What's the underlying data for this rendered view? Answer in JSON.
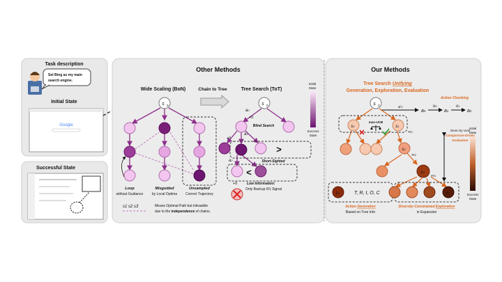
{
  "left": {
    "task_title": "Task description",
    "task_text_1": "Set Bing as my main",
    "task_text_2": "search engine.",
    "initial_state": "Initial State",
    "successful_state": "Successful State",
    "screen_logo": "Google"
  },
  "other": {
    "title": "Other Methods",
    "bon_title": "Wide Scaling (BoN)",
    "chain_to_tree": "Chain to Tree",
    "tot_title": "Tree Search (ToT)",
    "s0": "s",
    "loop": "Loop",
    "loop_sub": "without Guidance",
    "misguided": "Misguided",
    "misguided_sub": "by Local Optima",
    "unsampled": "Unsampled",
    "unsampled_sub": "Correct Trajectory",
    "seq_label": "s1  s2  s3",
    "note_1": "Means Optimal Path but infeasible",
    "note_2a": "due to the ",
    "note_2b": "independence",
    "note_2c": " of chains.",
    "blind_search": "Blind Search",
    "short_sighted": "Short-Sighted",
    "low_info": "Low Information:",
    "low_info_2": "Only Backup 0/1 Signal",
    "plus0_a": "+0",
    "plus0_b": "+0",
    "plus0_c": "+0",
    "gt": ">",
    "lt": "<",
    "a0": "a",
    "a1": "a",
    "a2": "a",
    "scale_top": "Initial",
    "scale_top2": "State",
    "scale_bottom": "Success",
    "scale_bottom2": "State"
  },
  "ours": {
    "title": "Our Methods",
    "ts_1": "Tree Search ",
    "ts_2": "Unifying",
    "ts_3": "Generation, Exploration, Evaluation",
    "action_chunking": "Action Chunking",
    "max_ucb": "max-UCB",
    "vlm_1": "Given by VLM",
    "vlm_2": "Comparison-Driven",
    "vlm_3": "Evaluation",
    "symbols": "T, R, I, O, C",
    "action_generation_1": "Action ",
    "action_generation_2": "Generation",
    "action_generation_3": "Based on Tree Info",
    "div_1": "Diversity-Constrained ",
    "div_2": "Exploration",
    "div_3": "in Expansion",
    "r1": "+r",
    "r2": "+r",
    "r3": "+r",
    "scale_top": "Initial",
    "scale_top2": "State",
    "scale_bottom": "Success",
    "scale_bottom2": "State"
  },
  "colors": {
    "purple_dark": "#7a1f78",
    "purple_light": "#f2c6ee",
    "orange_dark": "#8a2a0a",
    "orange_light": "#f6c9b0",
    "accent_orange": "#d9661f",
    "panel_bg": "#e9e9e9"
  }
}
